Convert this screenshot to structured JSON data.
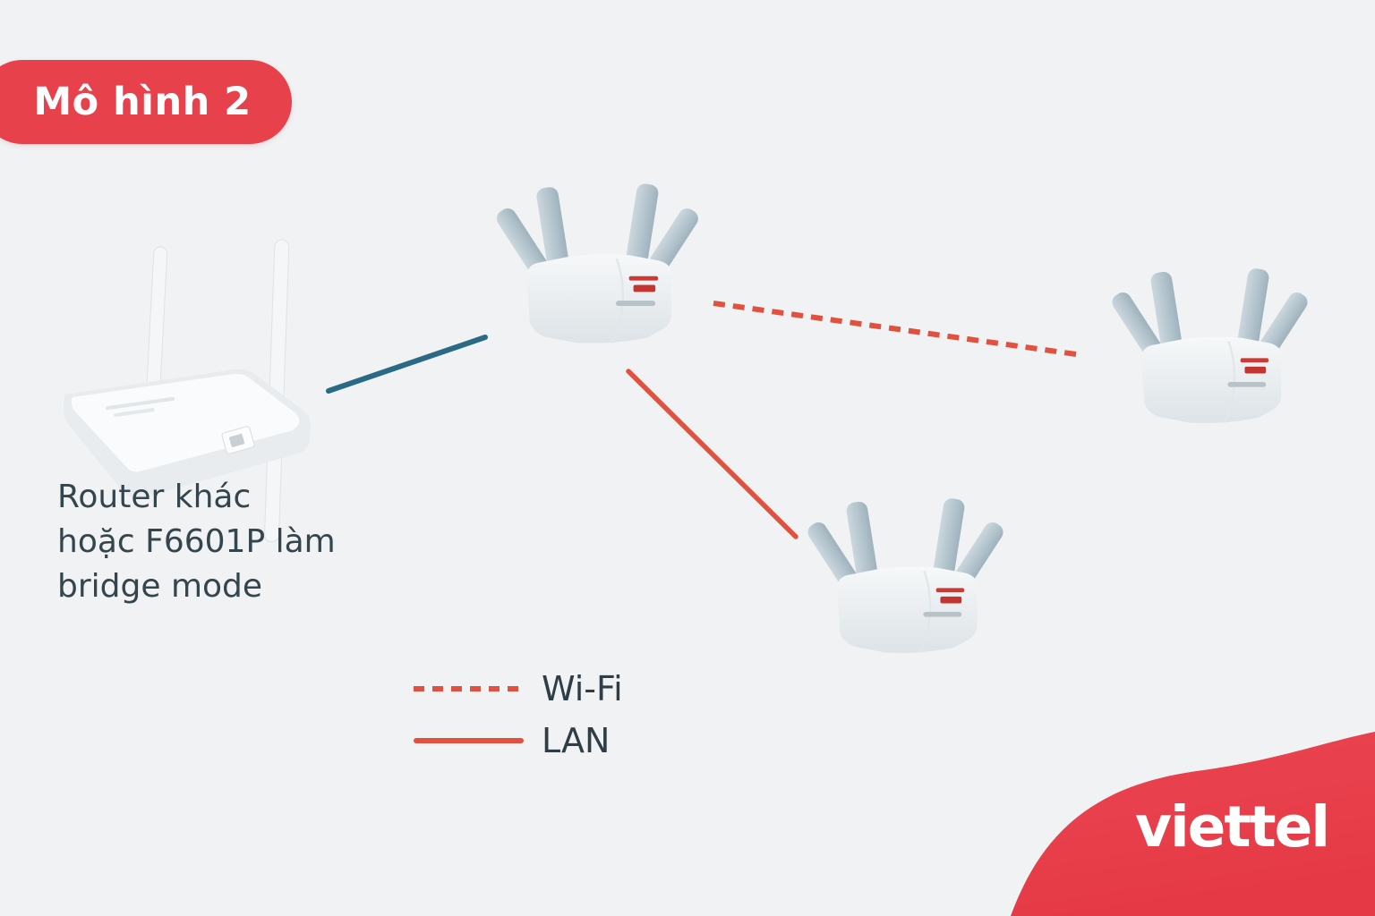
{
  "badge": {
    "label": "Mô hình 2"
  },
  "caption": {
    "lines": [
      "Router khác",
      "hoặc F6601P làm",
      "bridge mode"
    ]
  },
  "legend": {
    "items": [
      {
        "label": "Wi-Fi",
        "style": "dashed"
      },
      {
        "label": "LAN",
        "style": "solid"
      }
    ]
  },
  "logo": {
    "text": "viettel"
  },
  "devices": {
    "source_router": "dual-antenna-router-illustration",
    "mesh_nodes": [
      "mesh-router-center",
      "mesh-router-right",
      "mesh-router-bottom"
    ]
  },
  "connections": [
    {
      "from": "source-router",
      "to": "mesh-router-center",
      "style": "solid",
      "color": "#2A6A85"
    },
    {
      "from": "mesh-router-center",
      "to": "mesh-router-right",
      "style": "dashed",
      "type": "Wi-Fi",
      "color": "#E0523F"
    },
    {
      "from": "mesh-router-center",
      "to": "mesh-router-bottom",
      "style": "solid",
      "type": "LAN",
      "color": "#E0523F"
    }
  ],
  "colors": {
    "background": "#F1F2F3",
    "brand_red": "#E7414B",
    "line_red": "#E0523F",
    "lan_teal": "#2A6A85",
    "text_dark": "#35454E"
  }
}
